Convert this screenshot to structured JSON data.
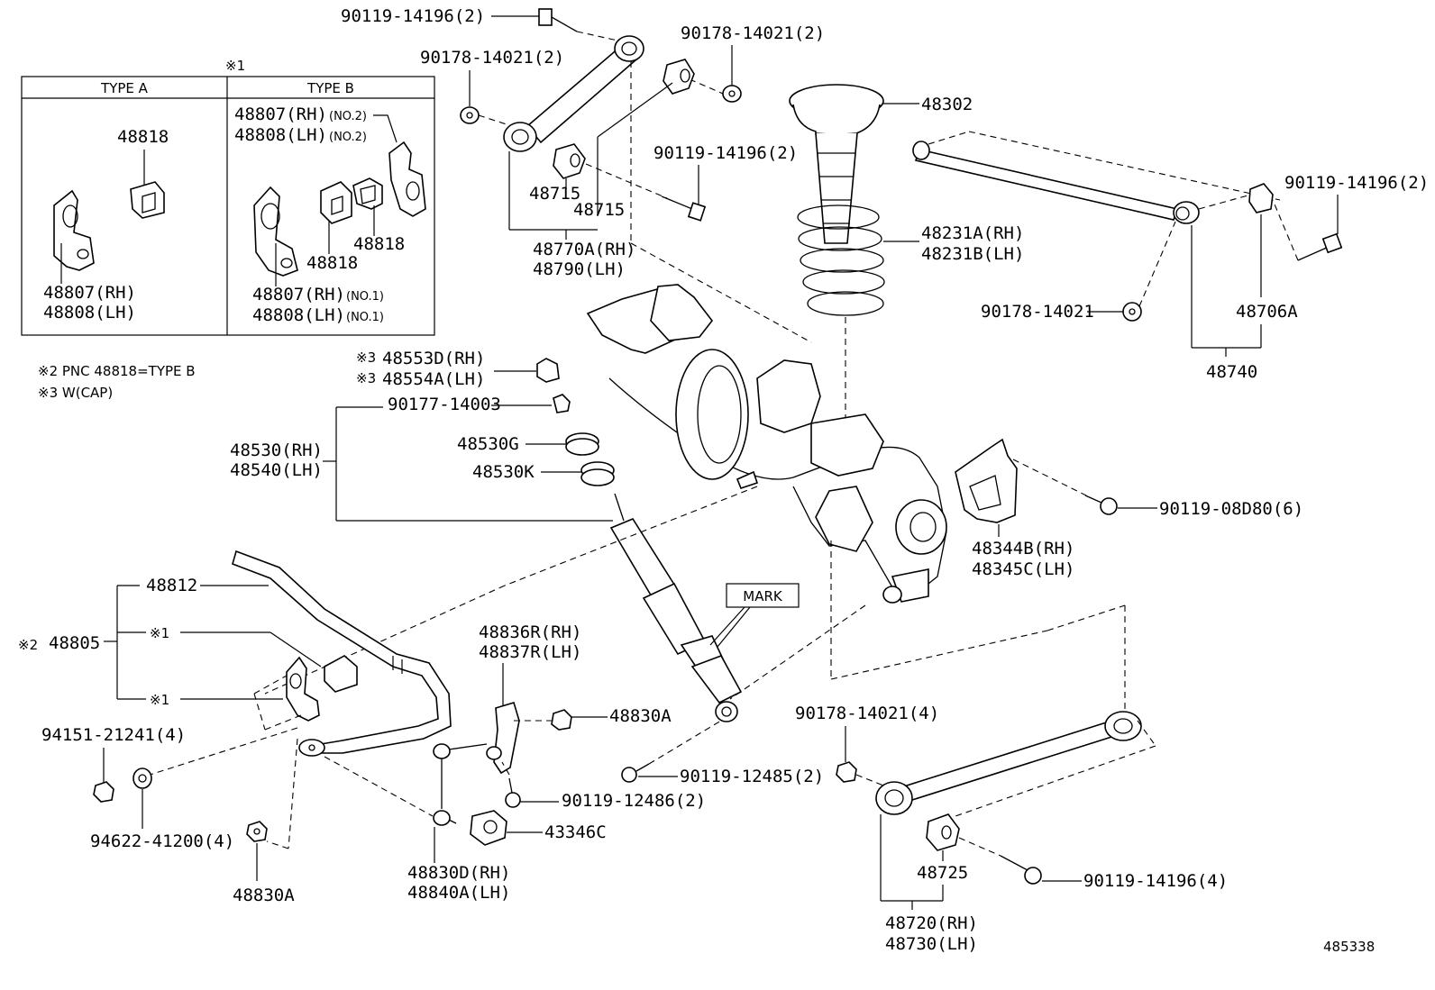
{
  "diagram_id": "485338",
  "notes": {
    "mark1": "※1",
    "note2": "※2 PNC 48818=TYPE B",
    "note3": "※3 W(CAP)"
  },
  "type_box": {
    "type_a": {
      "header": "TYPE A",
      "label_48818": "48818",
      "label_rh": "48807(RH)",
      "label_lh": "48808(LH)"
    },
    "type_b": {
      "header": "TYPE B",
      "no2_rh": "48807(RH)",
      "no2_rh_tag": "(NO.2)",
      "no2_lh": "48808(LH)",
      "no2_lh_tag": "(NO.2)",
      "label_48818_a": "48818",
      "label_48818_b": "48818",
      "no1_rh": "48807(RH)",
      "no1_rh_tag": "(NO.1)",
      "no1_lh": "48808(LH)",
      "no1_lh_tag": "(NO.1)"
    }
  },
  "callouts": {
    "bolt_top": "90119-14196(2)",
    "nut_upper_left": "90178-14021(2)",
    "nut_upper_right": "90178-14021(2)",
    "bolt_mid": "90119-14196(2)",
    "bush_48715_a": "48715",
    "bush_48715_b": "48715",
    "arm_48770a": "48770A(RH)",
    "arm_48790": "48790(LH)",
    "bumper_48302": "48302",
    "spring_rh": "48231A(RH)",
    "spring_lh": "48231B(LH)",
    "bolt_right": "90119-14196(2)",
    "nut_right": "90178-14021",
    "bush_48706a": "48706A",
    "rod_48740": "48740",
    "cap_rh_mark": "※3",
    "cap_rh": "48553D(RH)",
    "cap_lh_mark": "※3",
    "cap_lh": "48554A(LH)",
    "nut_90177": "90177-14003",
    "shock_rh": "48530(RH)",
    "shock_lh": "48540(LH)",
    "cushion_g": "48530G",
    "cushion_k": "48530K",
    "bolt_0880": "90119-08D80(6)",
    "bracket_rh": "48344B(RH)",
    "bracket_lh": "48345C(LH)",
    "mark_box": "MARK",
    "stabilizer": "48812",
    "bushing_mark": "※2",
    "bushing": "48805",
    "star1_a": "※1",
    "star1_b": "※1",
    "link_rh": "48836R(RH)",
    "link_lh": "48837R(LH)",
    "nut_48830a_right": "48830A",
    "nut_lower_arm": "90178-14021(4)",
    "nut_94151": "94151-21241(4)",
    "bolt_12485": "90119-12485(2)",
    "bolt_12486": "90119-12486(2)",
    "bracket_43346c": "43346C",
    "washer_94622": "94622-41200(4)",
    "nut_48830a_bottom": "48830A",
    "link_48830d": "48830D(RH)",
    "link_48840a": "48840A(LH)",
    "bush_48725": "48725",
    "bolt_lower_arm": "90119-14196(4)",
    "arm_rh": "48720(RH)",
    "arm_lh": "48730(LH)"
  }
}
